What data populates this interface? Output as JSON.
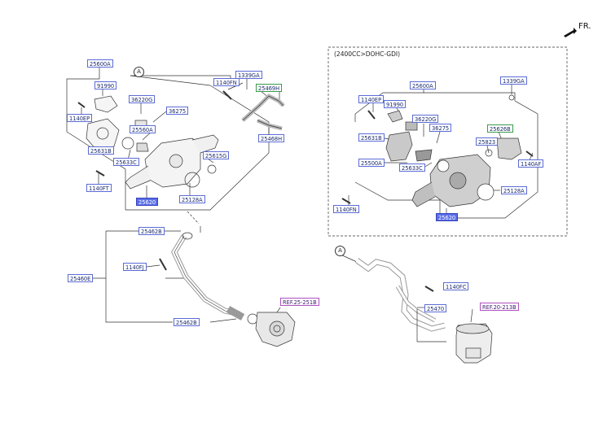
{
  "direction": "FR.",
  "engine_variant": "(2400CC>DOHC-GDI)",
  "view_ref": "A",
  "labels": {
    "l25600a_left": "25600A",
    "l91990_left": "91990",
    "l1140ep_left": "1140EP",
    "l25631b_left": "25631B",
    "l1140ft": "1140FT",
    "l36220g_left": "36220G",
    "l36275_left": "36275",
    "l25560a": "25560A",
    "l25633c_left": "25633C",
    "l25620_left": "25620",
    "l25128a_left": "25128A",
    "l25615g": "25615G",
    "l1339ga_left": "1339GA",
    "l1140fn_left": "1140FN",
    "l25469h": "25469H",
    "l25468h": "25468H",
    "l25462b_top": "25462B",
    "l1140fj": "1140FJ",
    "l25460e": "25460E",
    "l25462b_bot": "25462B",
    "ref_left": "REF.25-251B",
    "l25600a_right": "25600A",
    "l1339ga_right": "1339GA",
    "l1140ep_right": "1140EP",
    "l91990_right": "91990",
    "l36220g_right": "36220G",
    "l36275_right": "36275",
    "l25631b_right": "25631B",
    "l25626b": "25626B",
    "l25823": "25823",
    "l25500a": "25500A",
    "l25633c_right": "25633C",
    "l1140af": "1140AF",
    "l25128a_right": "25128A",
    "l1140fn_right": "1140FN",
    "l25620_right": "25620",
    "l1140fc": "1140FC",
    "l25470": "25470",
    "ref_right": "REF.20-213B"
  },
  "colors": {
    "label_border": "#5b6bd6",
    "label_highlight": "#5a6ee8",
    "ref_border": "#b04fc0",
    "line": "#333333"
  }
}
